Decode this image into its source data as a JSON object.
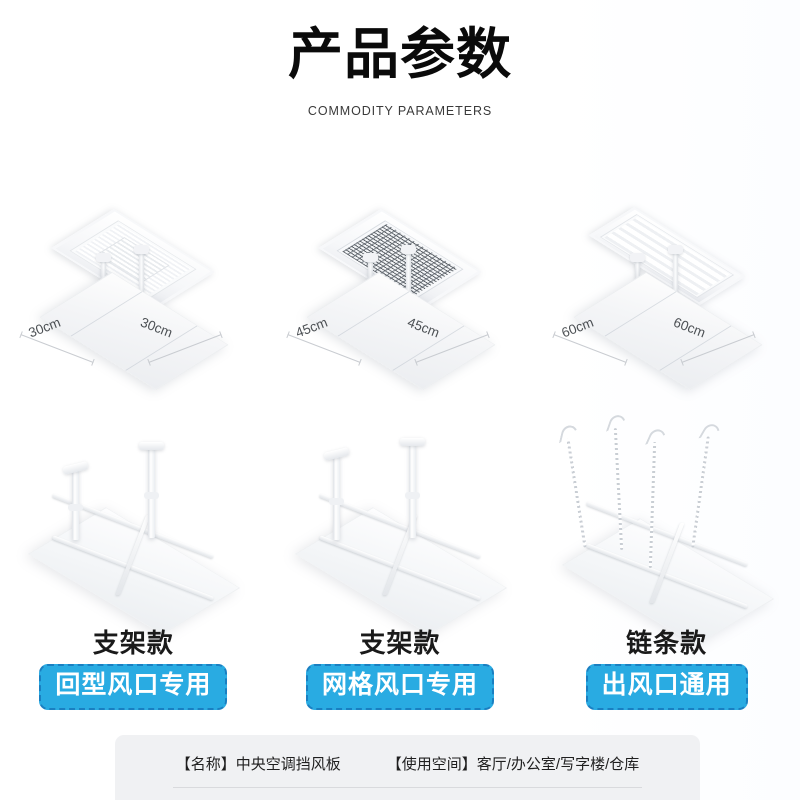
{
  "header": {
    "title": "产品参数",
    "subtitle": "COMMODITY PARAMETERS"
  },
  "colors": {
    "badge_fill": "#29abe2",
    "badge_border": "#1a7fc1",
    "badge_text": "#ffffff",
    "title_text": "#0a0a0a",
    "spec_bar_bg": "#f0f1f3",
    "page_bg": "#ffffff"
  },
  "products": [
    {
      "vent_type": "louver-return-vent",
      "dim_left": "30cm",
      "dim_right": "30cm"
    },
    {
      "vent_type": "mesh-grid-vent",
      "dim_left": "45cm",
      "dim_right": "45cm"
    },
    {
      "vent_type": "strip-outlet-vent",
      "dim_left": "60cm",
      "dim_right": "60cm"
    }
  ],
  "mounting_options": [
    {
      "caption": "支架款",
      "badge": "回型风口专用",
      "mount_type": "bracket"
    },
    {
      "caption": "支架款",
      "badge": "网格风口专用",
      "mount_type": "bracket"
    },
    {
      "caption": "链条款",
      "badge": "出风口通用",
      "mount_type": "chain"
    }
  ],
  "spec_bar": {
    "name_label": "【名称】中央空调挡风板",
    "space_label": "【使用空间】客厅/办公室/写字楼/仓库"
  }
}
